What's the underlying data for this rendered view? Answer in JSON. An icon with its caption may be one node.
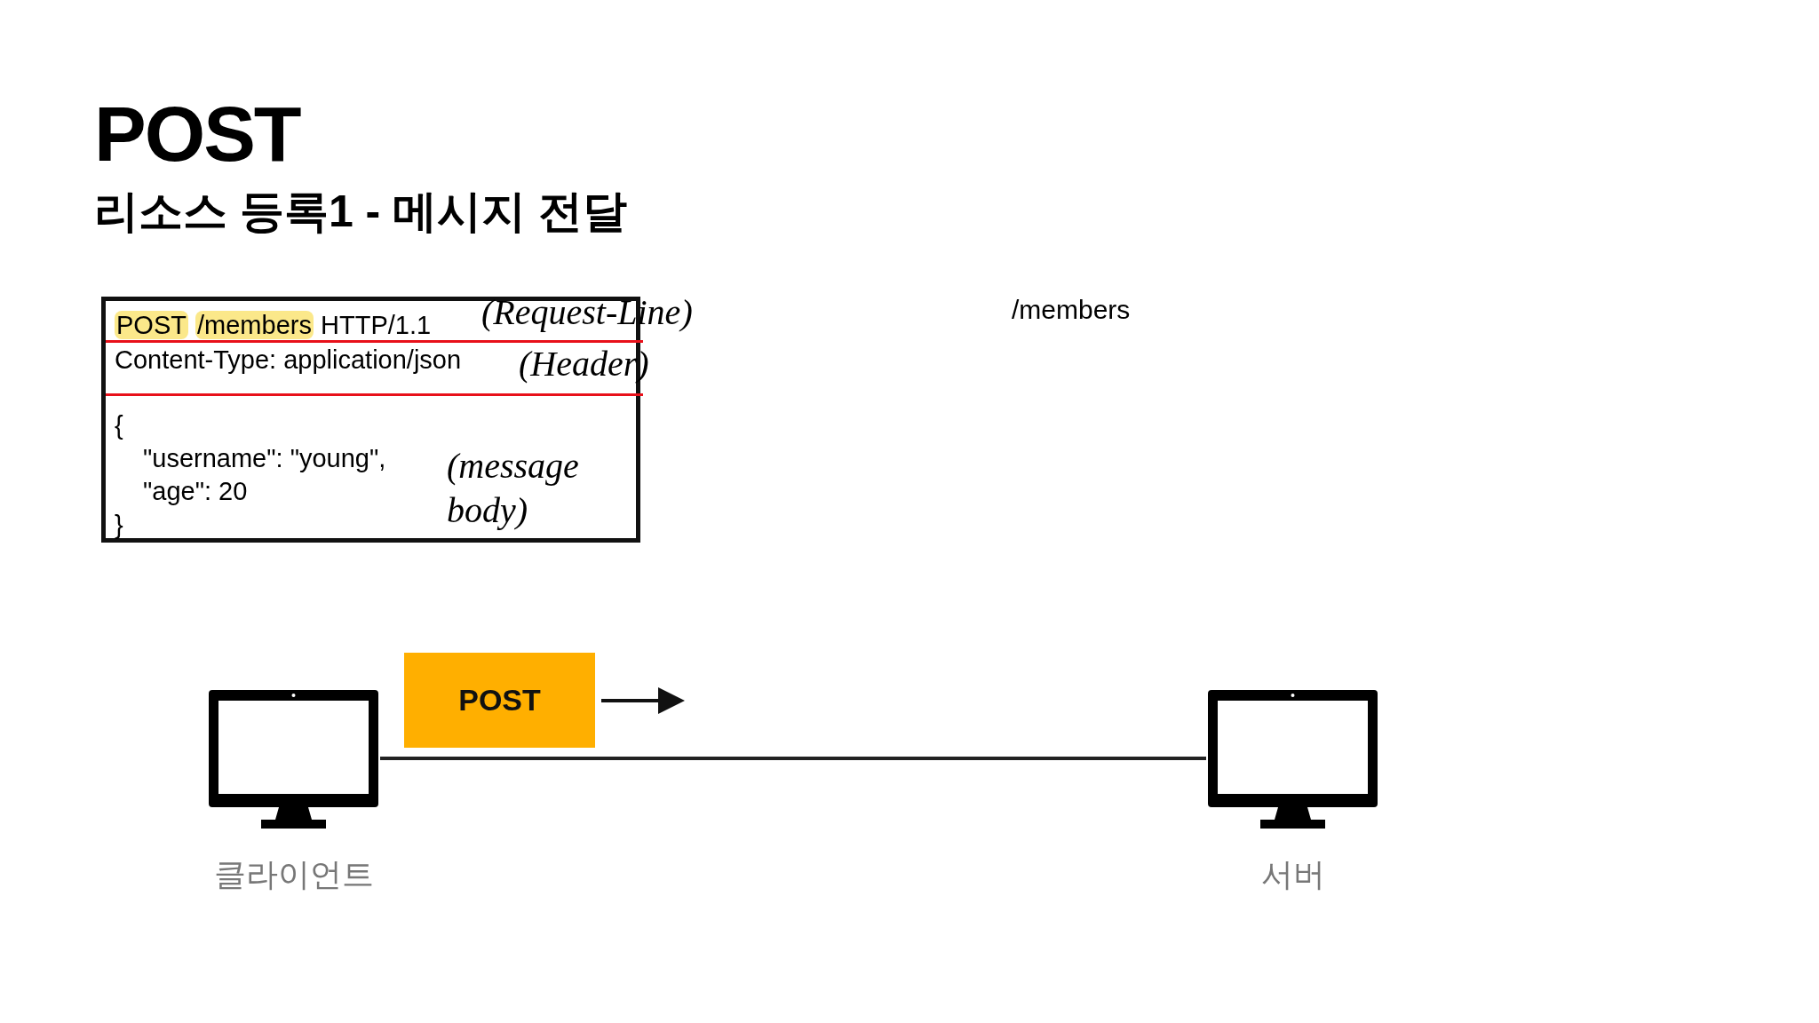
{
  "diagram": {
    "title": "POST",
    "nodes": [
      {
        "text": [
          "POST /members HTTP/1.1",
          "Content-Type: application/json",
          "{",
          "\"username\": \"young\",",
          "\"age\": 20",
          "}"
        ]
      },
      {
        "text": [],
        "shape": "computer",
        "beside": [
          "클라이언트"
        ]
      },
      {
        "text": [
          "POST"
        ]
      },
      {
        "text": [],
        "shape": "computer",
        "beside": [
          "서버"
        ]
      }
    ],
    "edges": [
      {
        "from": 1,
        "to": 3,
        "arrow": "none"
      }
    ],
    "labels": [
      "리소스 등록1 - 메시지 전달",
      "(Request-Line)",
      "(Header)",
      "(message body)",
      "/members"
    ]
  }
}
